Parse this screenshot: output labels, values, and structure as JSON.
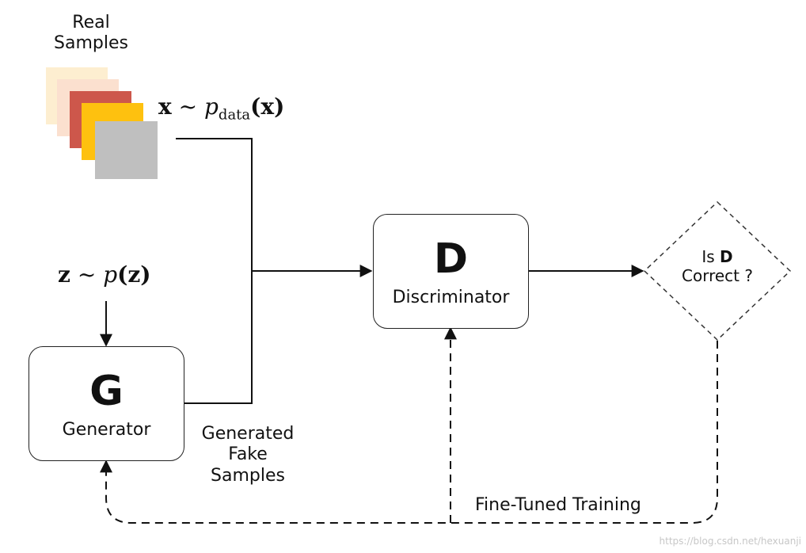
{
  "real_samples": {
    "label": "Real Samples",
    "colors": [
      "#fdeed0",
      "#fbe0cf",
      "#cd574b",
      "#fec10f",
      "#bfbfbf"
    ]
  },
  "real_formula": {
    "x": "x",
    "sim": "~",
    "p": "p",
    "sub": "data",
    "arg": "(x)"
  },
  "z_formula": {
    "z": "z",
    "sim": "~",
    "p": "p",
    "arg": "(z)"
  },
  "generator": {
    "letter": "G",
    "name": "Generator"
  },
  "discriminator": {
    "letter": "D",
    "name": "Discriminator"
  },
  "decision": {
    "line1_prefix": "Is",
    "line1_bold": "D",
    "line2": "Correct ?"
  },
  "fake_samples_label": "Generated Fake Samples",
  "feedback_label": "Fine-Tuned Training",
  "watermark": "https://blog.csdn.net/hexuanji"
}
